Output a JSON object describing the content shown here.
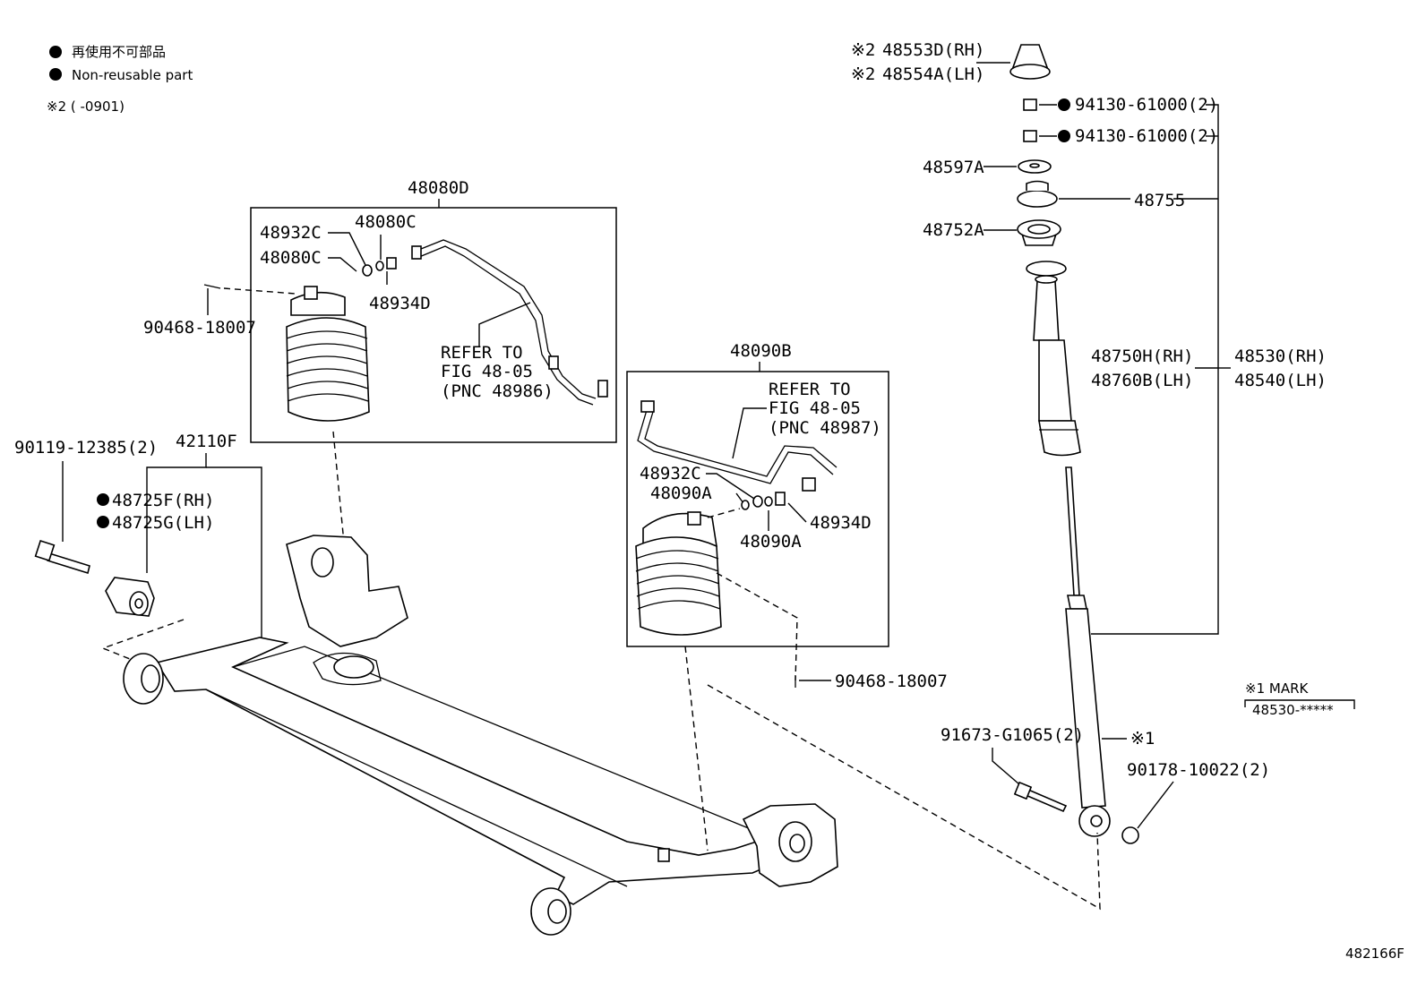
{
  "legend": {
    "non_reusable_jp": "再使用不可部品",
    "non_reusable_en": "Non-reusable part",
    "note2": "※2 (      -0901)"
  },
  "labels": {
    "p48553D": "48553D(RH)",
    "p48554A": "48554A(LH)",
    "mark2a": "※2",
    "mark2b": "※2",
    "p94130_a": "94130-61000(2)",
    "p94130_b": "94130-61000(2)",
    "p48597A": "48597A",
    "p48755": "48755",
    "p48752A": "48752A",
    "p48750H": "48750H(RH)",
    "p48760B": "48760B(LH)",
    "p48530": "48530(RH)",
    "p48540": "48540(LH)",
    "p48080D": "48080D",
    "p48932C_a": "48932C",
    "p48080C_a": "48080C",
    "p48080C_b": "48080C",
    "p48934D_a": "48934D",
    "p90468_a": "90468-18007",
    "refer_a1": "REFER TO",
    "refer_a2": "FIG 48-05",
    "refer_a3": "(PNC 48986)",
    "p48090B": "48090B",
    "refer_b1": "REFER TO",
    "refer_b2": "FIG 48-05",
    "refer_b3": "(PNC 48987)",
    "p48932C_b": "48932C",
    "p48090A_a": "48090A",
    "p48090A_b": "48090A",
    "p48934D_b": "48934D",
    "p90468_b": "90468-18007",
    "p90119": "90119-12385(2)",
    "p42110F": "42110F",
    "p48725F": "48725F(RH)",
    "p48725G": "48725G(LH)",
    "mark1_title": "※1 MARK",
    "mark1_value": "48530-*****",
    "p91673": "91673-G1065(2)",
    "mark1": "※1",
    "p90178": "90178-10022(2)",
    "fig_id": "482166F"
  }
}
